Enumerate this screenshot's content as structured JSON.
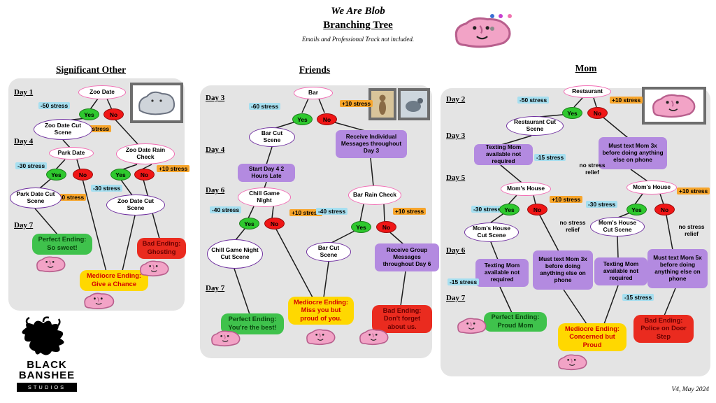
{
  "header": {
    "title": "We Are Blob",
    "subtitle": "Branching Tree",
    "note": "Emails and Professional Track not included.",
    "version": "V4, May 2024"
  },
  "logo": {
    "word1": "BLACK",
    "word2": "BANSHEE",
    "word3": "STUDIOS"
  },
  "labels": {
    "yes": "Yes",
    "no": "No",
    "no_stress": "no stress relief"
  },
  "chips": {
    "m60": "-60 stress",
    "m50": "-50 stress",
    "m40": "-40 stress",
    "m30": "-30 stress",
    "m15": "-15 stress",
    "p10": "+10 stress"
  },
  "so": {
    "title": "Significant Other",
    "day1": "Day 1",
    "day4": "Day 4",
    "day7": "Day 7",
    "zoo_date": "Zoo Date",
    "zoo_cut": "Zoo Date Cut Scene",
    "rain_check": "Zoo Date Rain Check",
    "park_date": "Park Date",
    "park_cut": "Park Date Cut Scene",
    "zoo_cut2": "Zoo Date Cut Scene",
    "end_perfect": "Perfect Ending: So sweet!",
    "end_mediocre": "Mediocre Ending: Give a Chance",
    "end_bad": "Bad Ending: Ghosting"
  },
  "fr": {
    "title": "Friends",
    "day3": "Day 3",
    "day4": "Day 4",
    "day6": "Day 6",
    "day7": "Day 7",
    "bar": "Bar",
    "bar_cut": "Bar Cut Scene",
    "receive_ind": "Receive Individual Messages throughout Day 3",
    "start_late": "Start Day 4 2 Hours Late",
    "chill": "Chill Game Night",
    "bar_rain": "Bar Rain Check",
    "chill_cut": "Chill Game Night Cut Scene",
    "bar_cut2": "Bar Cut Scene",
    "receive_grp": "Receive Group Messages throughout Day 6",
    "end_perfect": "Perfect Ending: You're the best!",
    "end_mediocre": "Mediocre Ending: Miss you but proud of you.",
    "end_bad": "Bad Ending: Don't forget about us."
  },
  "mom": {
    "title": "Mom",
    "day2": "Day 2",
    "day3": "Day 3",
    "day5": "Day 5",
    "day6": "Day 6",
    "day7": "Day 7",
    "restaurant": "Restaurant",
    "rest_cut": "Restaurant Cut Scene",
    "text3x": "Must text Mom 3x before doing anything else on phone",
    "texting": "Texting Mom available not required",
    "moms_house": "Mom's House",
    "moms_cut": "Mom's House Cut Scene",
    "text5x": "Must text Mom 5x before doing anything else on phone",
    "end_perfect": "Perfect Ending: Proud Mom",
    "end_mediocre": "Mediocre Ending: Concerned but Proud",
    "end_bad": "Bad Ending: Police on Door Step"
  }
}
